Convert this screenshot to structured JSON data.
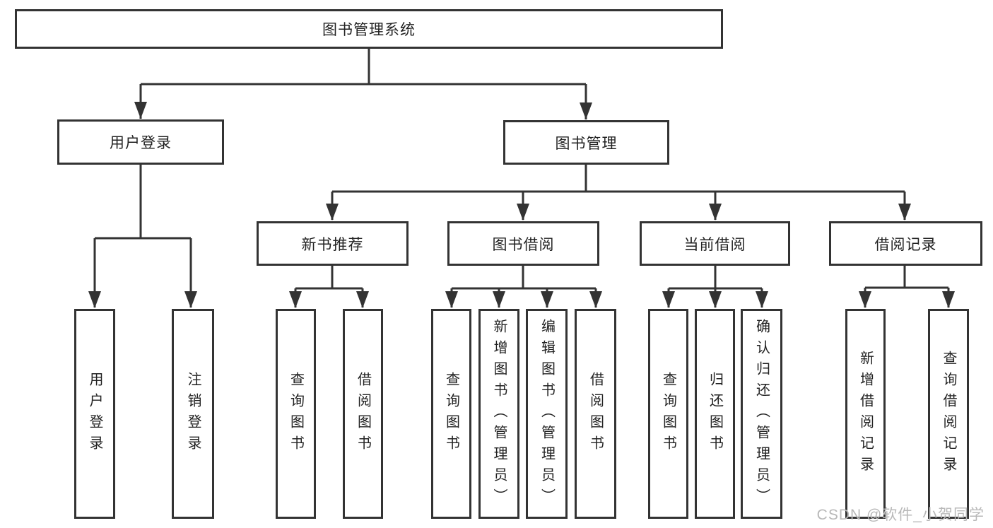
{
  "nodes": {
    "root": {
      "label": "图书管理系统"
    },
    "user_login": {
      "label": "用户登录"
    },
    "book_mgmt": {
      "label": "图书管理"
    },
    "new_book_rec": {
      "label": "新书推荐"
    },
    "book_borrow": {
      "label": "图书借阅"
    },
    "current_borrow": {
      "label": "当前借阅"
    },
    "borrow_record": {
      "label": "借阅记录"
    },
    "leaf_user_login": {
      "label": "用户登录"
    },
    "leaf_logout": {
      "label": "注销登录"
    },
    "rec_query_book": {
      "label": "查询图书"
    },
    "rec_borrow_book": {
      "label": "借阅图书"
    },
    "bb_query_book": {
      "label": "查询图书"
    },
    "bb_add_book": {
      "label": "新增图书（管理员）"
    },
    "bb_edit_book": {
      "label": "编辑图书（管理员）"
    },
    "bb_borrow_book": {
      "label": "借阅图书"
    },
    "cb_query_book": {
      "label": "查询图书"
    },
    "cb_return_book": {
      "label": "归还图书"
    },
    "cb_confirm_return": {
      "label": "确认归还（管理员）"
    },
    "br_add_record": {
      "label": "新增借阅记录"
    },
    "br_query_record": {
      "label": "查询借阅记录"
    }
  },
  "watermark": "CSDN @软件_小贺同学",
  "colors": {
    "line": "#333333",
    "text": "#222222",
    "background": "#ffffff",
    "watermark": "#b8b8b8"
  }
}
